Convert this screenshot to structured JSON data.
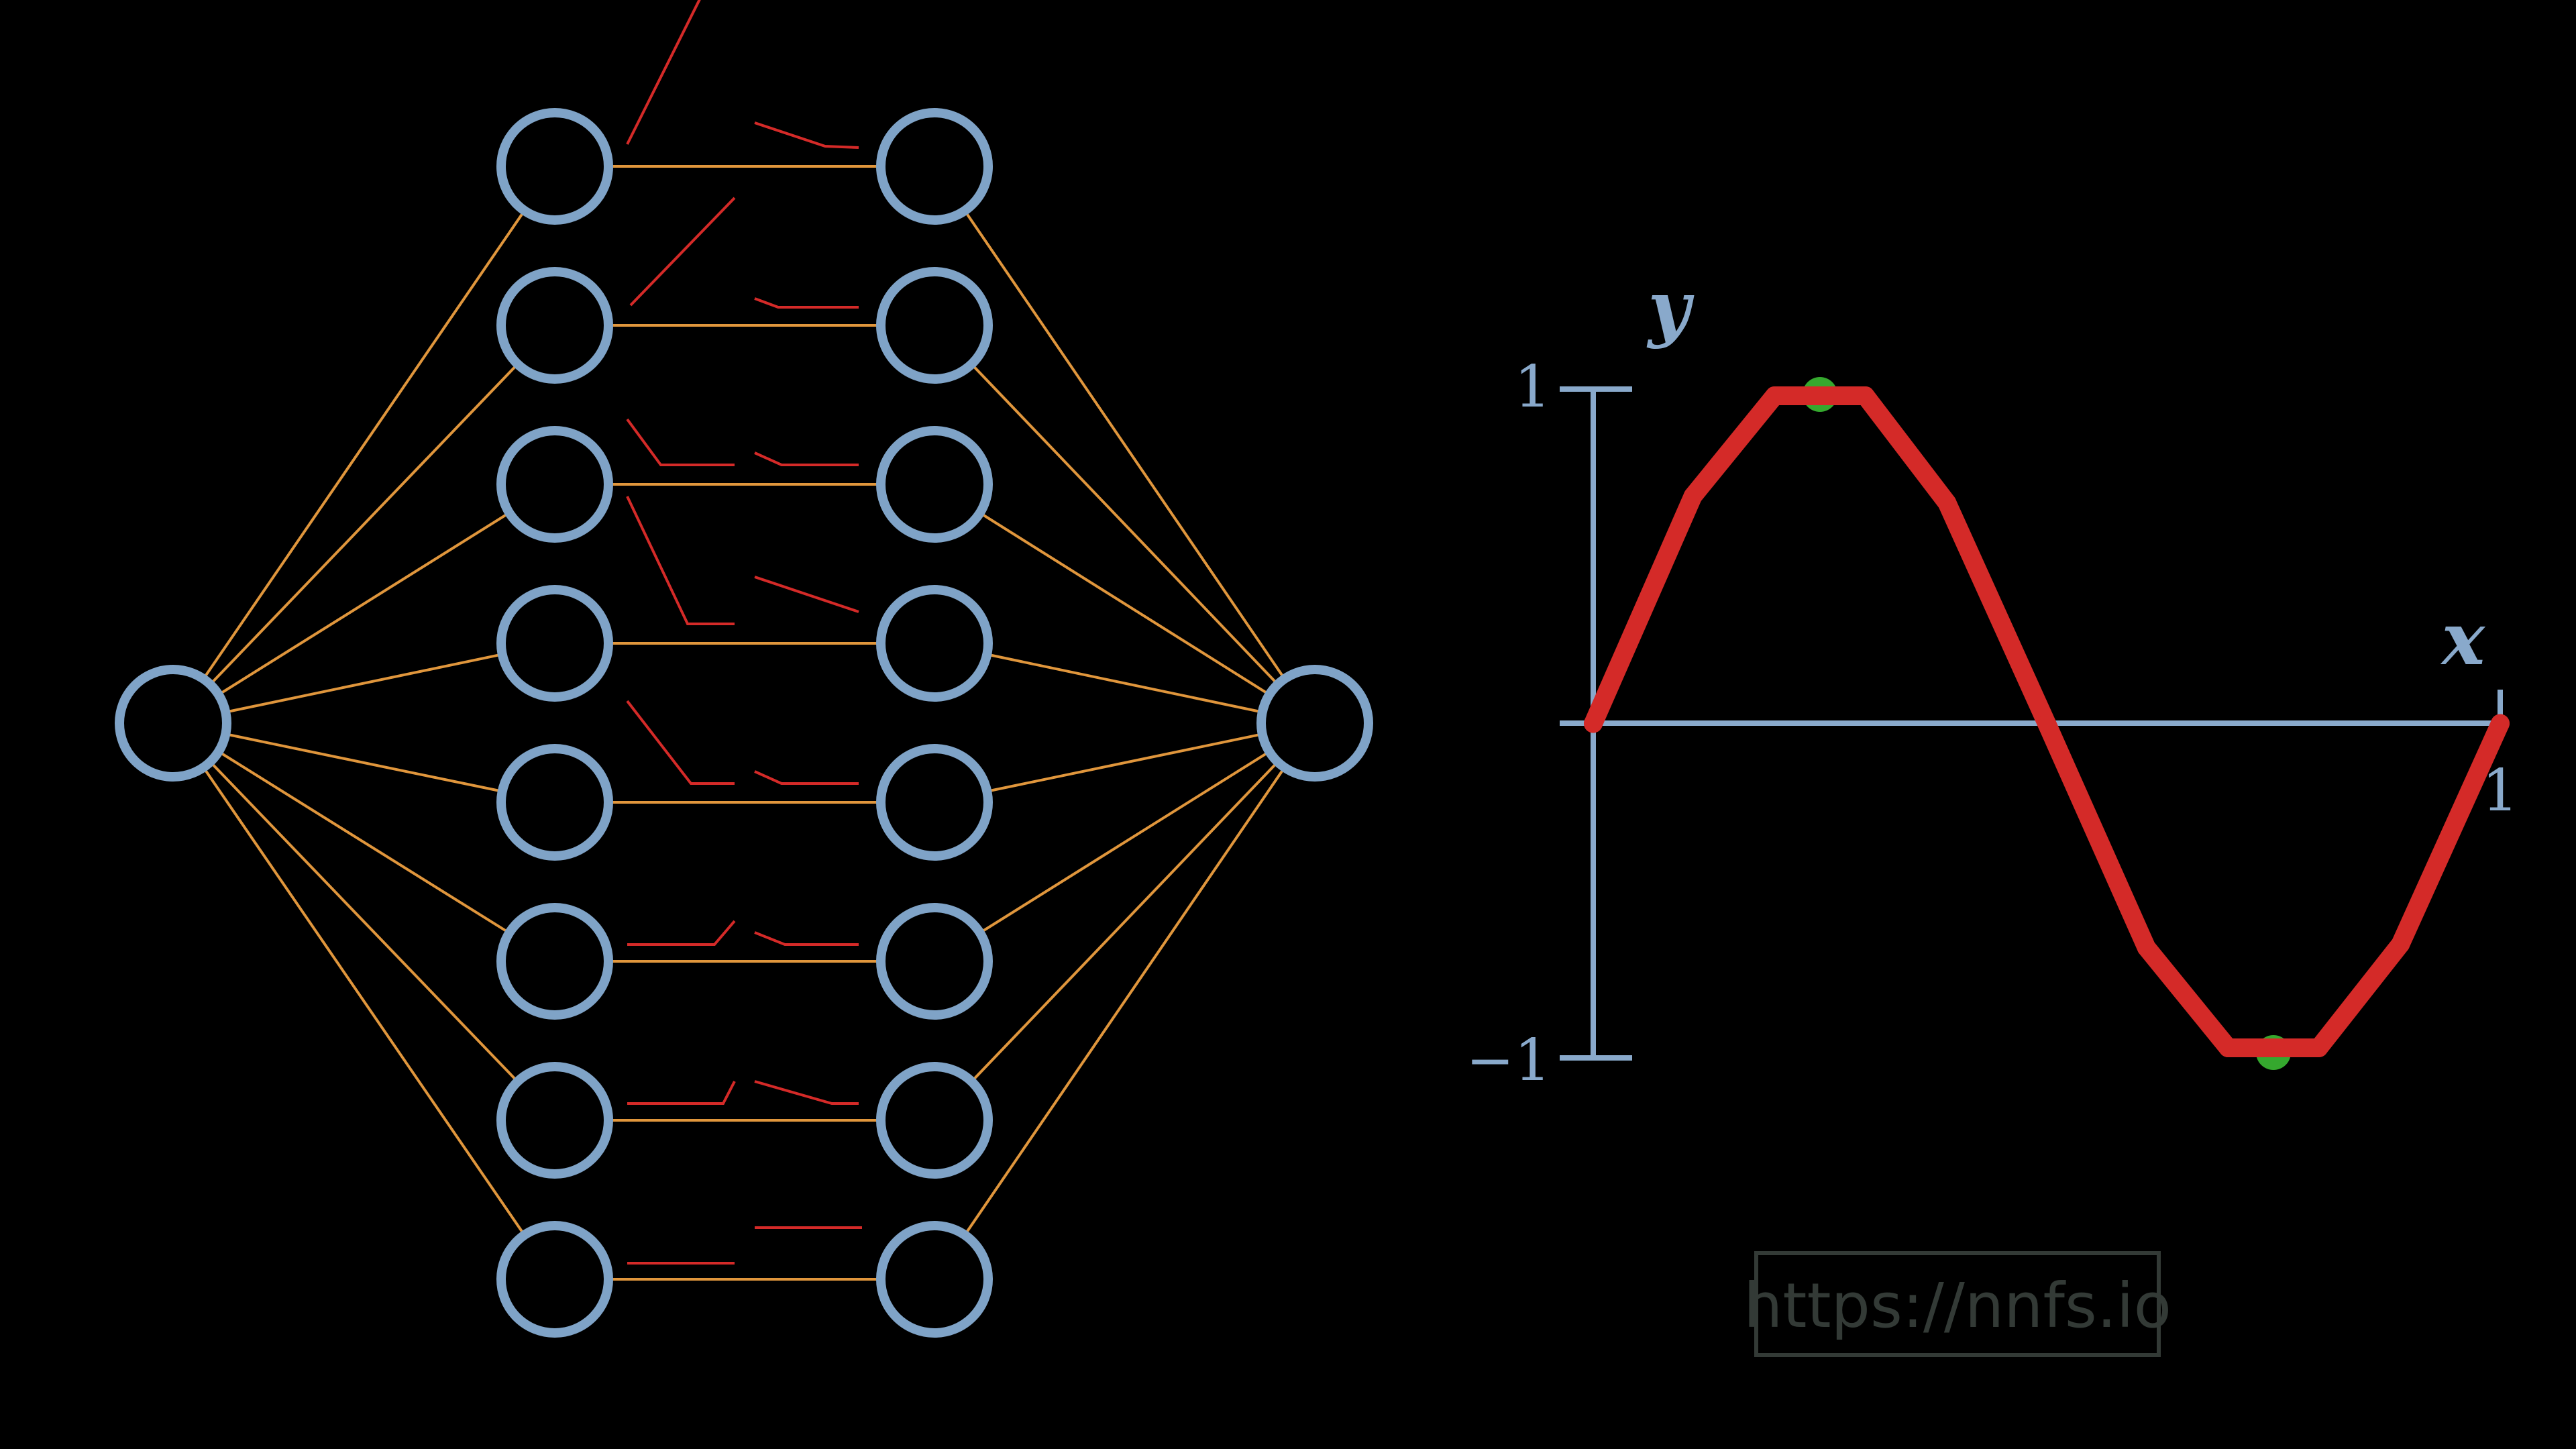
{
  "colors": {
    "background": "#000000",
    "neuron": "#7fa3c7",
    "connection": "#e0963c",
    "activation": "#d42a28",
    "axis": "#89a9cb",
    "peak_marker": "#35a82e",
    "watermark": "#333a36"
  },
  "network": {
    "input_count": 1,
    "hidden_layer_1_count": 8,
    "hidden_layer_2_count": 8,
    "output_count": 1
  },
  "chart": {
    "x_axis_label": "x",
    "y_axis_label": "y",
    "y_tick_top": "1",
    "y_tick_bottom": "−1",
    "x_tick_end": "1"
  },
  "chart_data": {
    "type": "line",
    "xlim": [
      0,
      1
    ],
    "ylim": [
      -1,
      1
    ],
    "grid": false,
    "series": [
      {
        "x": [
          0,
          0.11,
          0.2,
          0.3,
          0.39,
          0.5,
          0.61,
          0.7,
          0.8,
          0.89,
          1
        ],
        "y": [
          0,
          0.68,
          0.98,
          0.98,
          0.66,
          0,
          -0.67,
          -0.97,
          -0.97,
          -0.66,
          0
        ]
      }
    ]
  },
  "watermark": {
    "text": "https://nnfs.io"
  }
}
